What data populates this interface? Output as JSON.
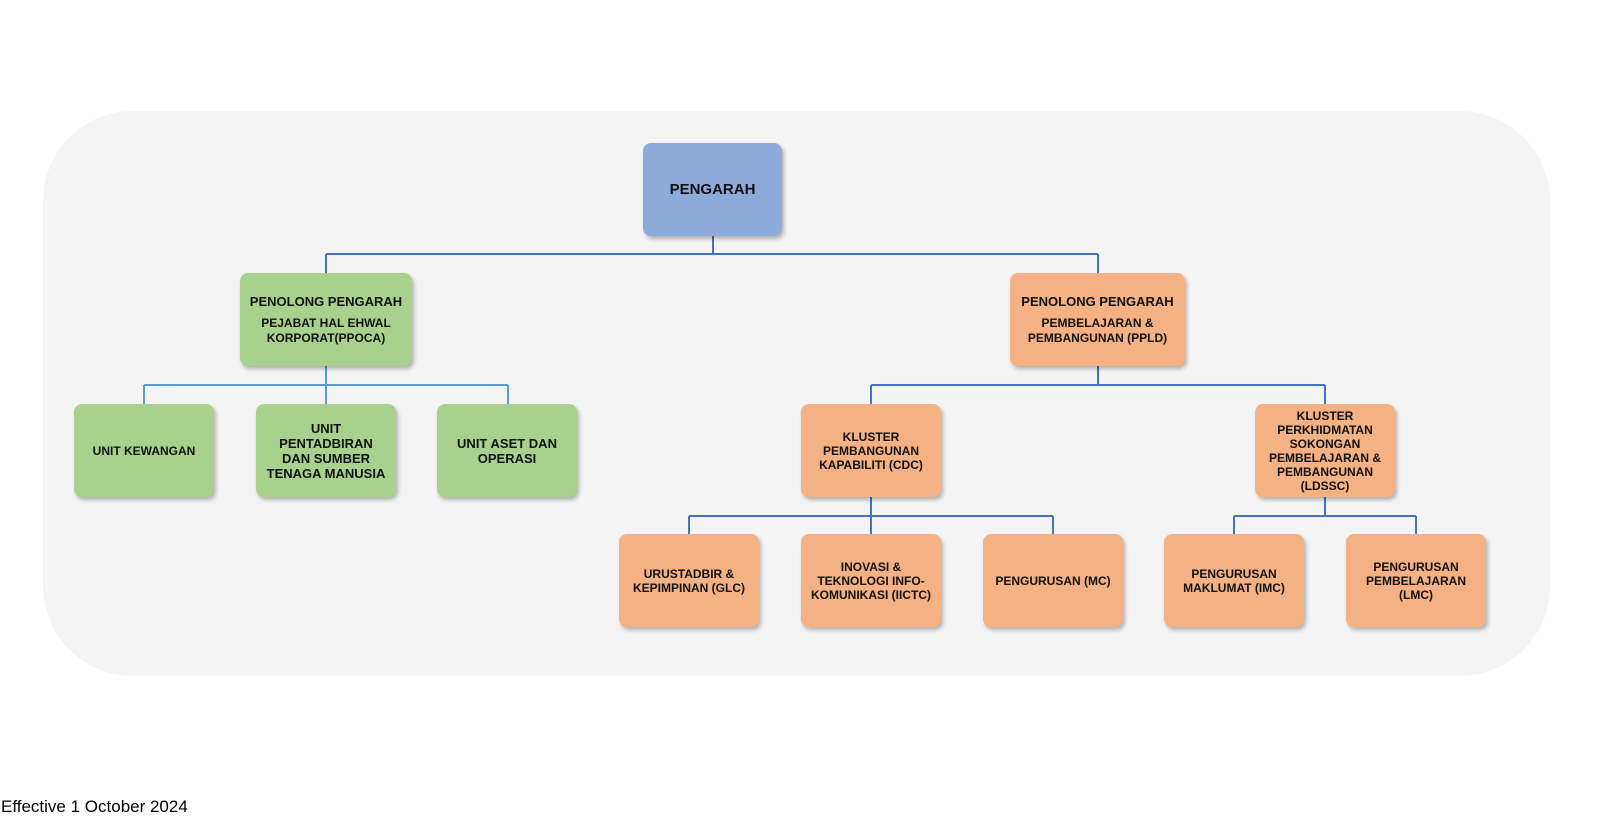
{
  "chart": {
    "root": "PENGARAH",
    "left_branch": {
      "title": "PENOLONG PENGARAH",
      "subtitle": "PEJABAT HAL EHWAL KORPORAT(PPOCA)",
      "units": [
        "UNIT KEWANGAN",
        "UNIT PENTADBIRAN DAN SUMBER TENAGA MANUSIA",
        "UNIT ASET DAN OPERASI"
      ]
    },
    "right_branch": {
      "title": "PENOLONG PENGARAH",
      "subtitle": "PEMBELAJARAN & PEMBANGUNAN (PPLD)",
      "clusters": [
        {
          "name": "KLUSTER PEMBANGUNAN KAPABILITI (CDC)",
          "units": [
            "URUSTADBIR & KEPIMPINAN (GLC)",
            "INOVASI & TEKNOLOGI INFO-KOMUNIKASI (IICTC)",
            "PENGURUSAN (MC)"
          ]
        },
        {
          "name": "KLUSTER PERKHIDMATAN SOKONGAN PEMBELAJARAN & PEMBANGUNAN (LDSSC)",
          "units": [
            "PENGURUSAN MAKLUMAT (IMC)",
            "PENGURUSAN PEMBELAJARAN (LMC)"
          ]
        }
      ]
    }
  },
  "footer": "Effective 1 October 2024",
  "colors": {
    "root": "#8eaadb",
    "left_branch": "#a8d18d",
    "right_branch": "#f4b183",
    "connector": "#4472c4",
    "panel": "#f4f4f4"
  }
}
